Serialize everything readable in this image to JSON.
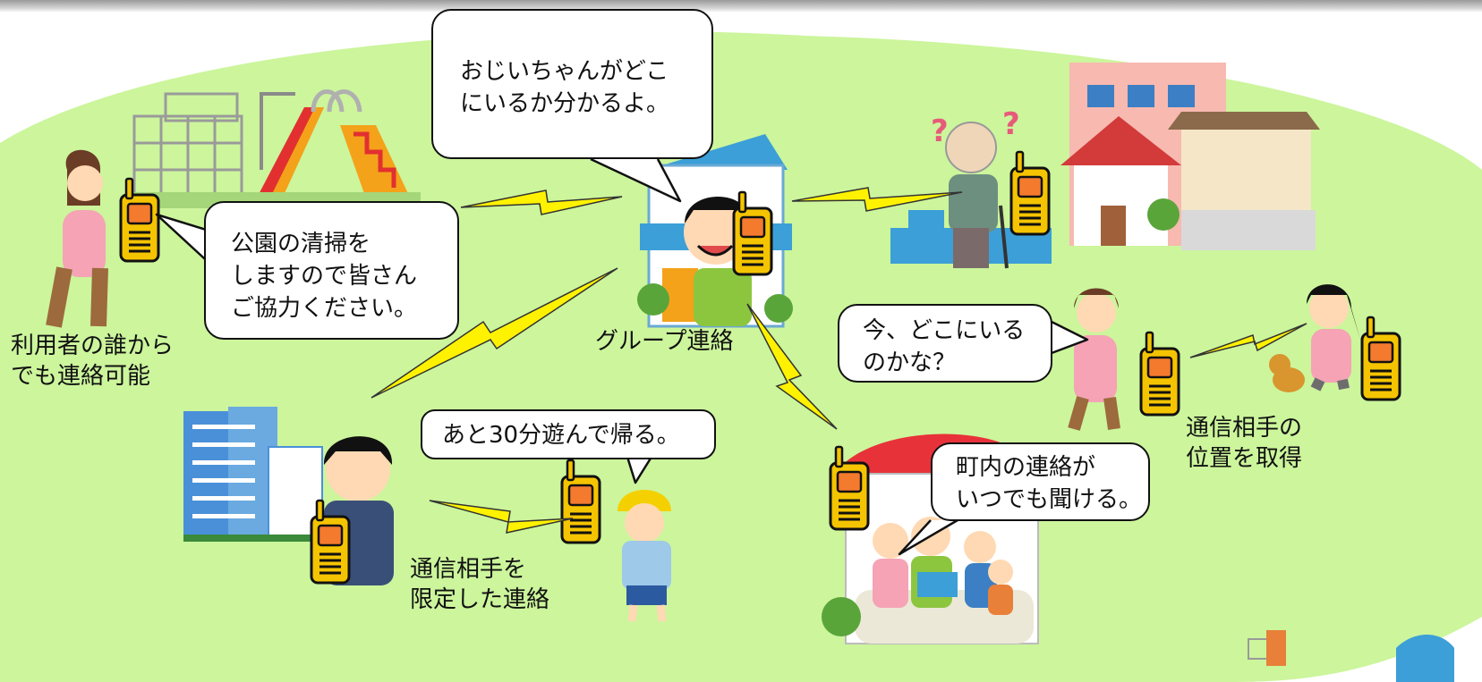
{
  "bubbles": {
    "grandpa": {
      "line1": "おじいちゃんがどこ",
      "line2": "にいるか分かるよ。"
    },
    "park": {
      "line1": "公園の清掃を",
      "line2": "しますので皆さん",
      "line3": "ご協力ください。"
    },
    "where": {
      "line1": "今、どこにいる",
      "line2": "のかな？"
    },
    "child": {
      "line1": "あと30分遊んで帰る。"
    },
    "town": {
      "line1": "町内の連絡が",
      "line2": "いつでも聞ける。"
    }
  },
  "captions": {
    "anyone": {
      "line1": "利用者の誰から",
      "line2": "でも連絡可能"
    },
    "group": {
      "line1": "グループ連絡"
    },
    "limited": {
      "line1": "通信相手を",
      "line2": "限定した連絡"
    },
    "position": {
      "line1": "通信相手の",
      "line2": "位置を取得"
    }
  },
  "colors": {
    "ground": "#ccf59c",
    "lightning": "#fff200",
    "radio": "#f5c400",
    "radio_screen": "#f47a2e"
  },
  "icons": [
    "walkie-talkie-icon",
    "lightning-bolt-icon",
    "question-mark-icon"
  ]
}
